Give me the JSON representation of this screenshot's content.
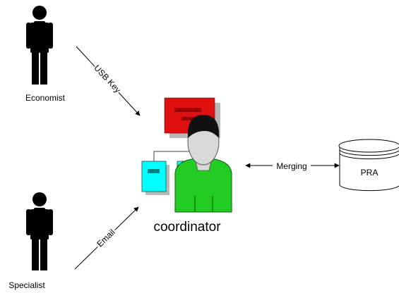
{
  "actors": {
    "economist": "Economist",
    "specialist": "Specialist",
    "coordinator": "coordinator"
  },
  "flows": {
    "usb": "USB Key",
    "email": "Email",
    "merging": "Merging"
  },
  "database": {
    "label": "PRA"
  },
  "colors": {
    "person": "#000000",
    "coordinator_body": "#22cc22",
    "coordinator_head": "#d8d8d8",
    "hair": "#111111",
    "doc_red": "#e01010",
    "doc_red_bar": "#9a0000",
    "doc_cyan": "#00ffff",
    "doc_cyan_bar": "#008080",
    "shadow": "#b8b8b8"
  }
}
